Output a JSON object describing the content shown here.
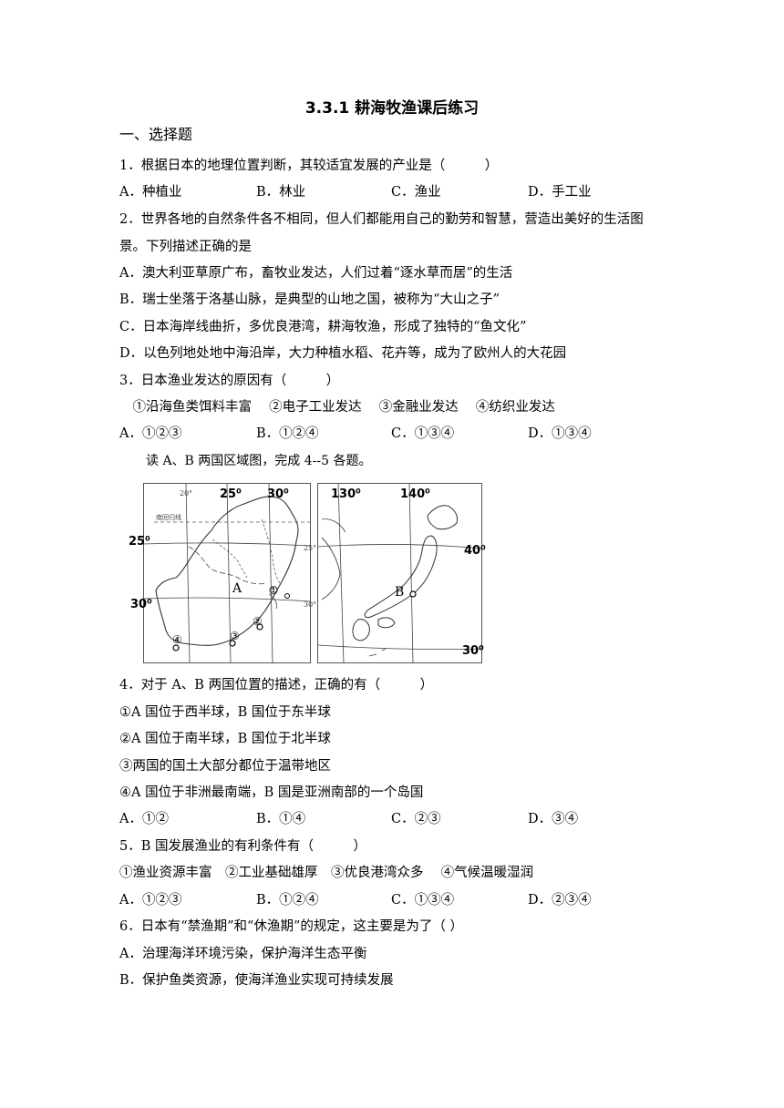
{
  "title": "3.3.1 耕海牧渔课后练习",
  "section": "一、选择题",
  "q1": {
    "stem": "1．根据日本的地理位置判断，其较适宜发展的产业是（　　　）",
    "options": [
      "A．种植业",
      "B．林业",
      "C．渔业",
      "D．手工业"
    ]
  },
  "q2": {
    "stem_line1": "2．世界各地的自然条件各不相同，但人们都能用自己的勤劳和智慧，营造出美好的生活图",
    "stem_line2": "景。下列描述正确的是",
    "choices": [
      "A．澳大利亚草原广布，畜牧业发达，人们过着“逐水草而居”的生活",
      "B．瑞士坐落于洛基山脉，是典型的山地之国，被称为“大山之子”",
      "C．日本海岸线曲折，多优良港湾，耕海牧渔，形成了独特的“鱼文化”",
      "D．以色列地处地中海沿岸，大力种植水稻、花卉等，成为了欧州人的大花园"
    ]
  },
  "q3": {
    "stem": "3．日本渔业发达的原因有（　　　）",
    "items": "　①沿海鱼类饵料丰富　 ②电子工业发达　 ③金融业发达　 ④纺织业发达",
    "options": [
      "A．①②③",
      "B．①②④",
      "C．①③④",
      "D．①③④"
    ]
  },
  "map_intro": "读 A、B 两国区域图，完成 4--5 各题。",
  "map": {
    "left": {
      "lon_25": "25⁰",
      "lon_30": "30⁰",
      "lon_20": "20°",
      "lat_25": "25⁰",
      "lat_30": "30⁰",
      "lat_25_inner": "25°",
      "lat_30_inner": "30°",
      "country": "A",
      "tropic_label": "南回归线",
      "c1": "①",
      "c2": "②",
      "c3": "③",
      "c4": "④"
    },
    "right": {
      "lon_130": "130⁰",
      "lon_140": "140⁰",
      "lat_40": "40⁰",
      "lat_30": "30⁰",
      "country": "B"
    }
  },
  "q4": {
    "stem": "4．对于 A、B 两国位置的描述，正确的有（　　　）",
    "items": [
      "①A 国位于西半球，B 国位于东半球",
      "②A 国位于南半球，B 国位于北半球",
      "③两国的国土大部分都位于温带地区",
      "④A 国位于非洲最南端，B 国是亚洲南部的一个岛国"
    ],
    "options": [
      "A．①②",
      "B．①④",
      "C．②③",
      "D．③④"
    ]
  },
  "q5": {
    "stem": "5．B 国发展渔业的有利条件有（　　　）",
    "items": "①渔业资源丰富　②工业基础雄厚　③优良港湾众多　 ④气候温暖湿润",
    "options": [
      "A．①②③",
      "B．①②④",
      "C．①③④",
      "D．②③④"
    ]
  },
  "q6": {
    "stem": "6．日本有“禁渔期”和“休渔期”的规定，这主要是为了（ ）",
    "choices": [
      "A．治理海洋环境污染，保护海洋生态平衡",
      "B．保护鱼类资源，使海洋渔业实现可持续发展"
    ]
  }
}
